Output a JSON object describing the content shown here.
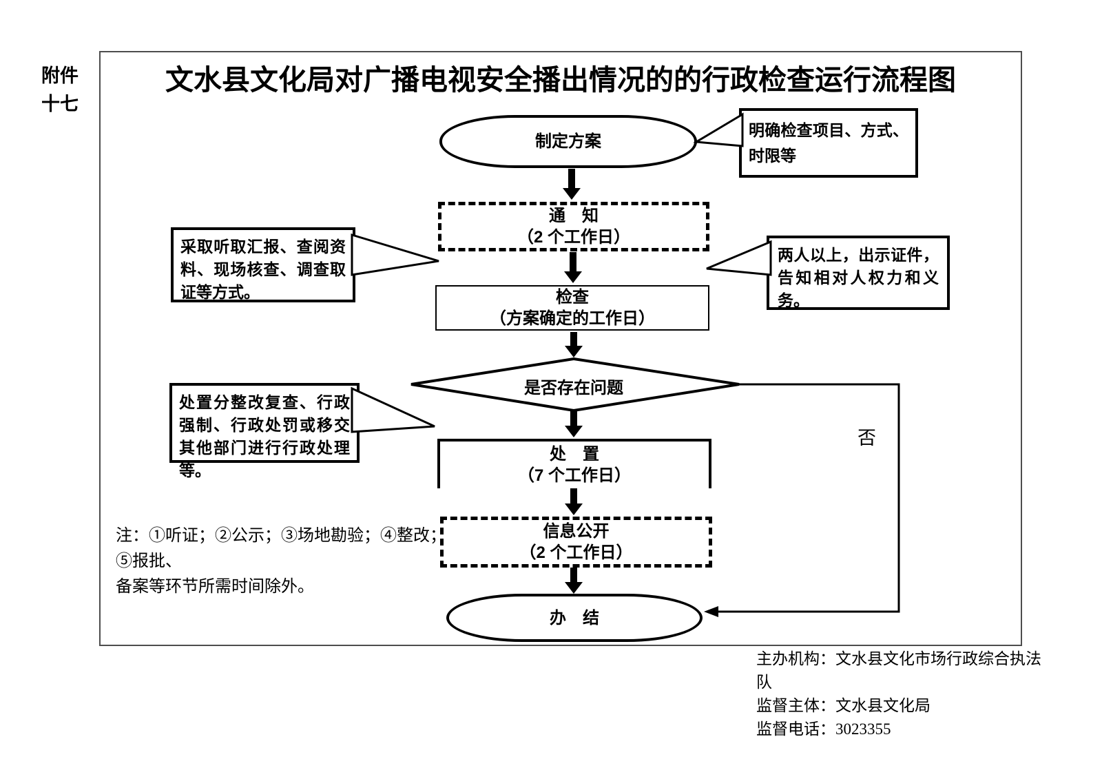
{
  "attachment_label": {
    "line1": "附件",
    "line2": "十七"
  },
  "title": "文水县文化局对广播电视安全播出情况的的行政检查运行流程图",
  "flowchart": {
    "nodes": {
      "start": {
        "label": "制定方案"
      },
      "notify": {
        "label": "通　知",
        "duration": "（2 个工作日）"
      },
      "inspect": {
        "label": "检查",
        "duration": "（方案确定的工作日）"
      },
      "decision": {
        "label": "是否存在问题"
      },
      "dispose": {
        "label": "处　置",
        "duration": "（7 个工作日）"
      },
      "publicity": {
        "label": "信息公开",
        "duration": "（2 个工作日）"
      },
      "end": {
        "label": "办　结"
      }
    },
    "branch_no_label": "否",
    "callouts": {
      "plan_note": "明确检查项目、方式、时限等",
      "method_note": "采取听取汇报、查阅资料、现场核查、调查取证等方式。",
      "credential_note": "两人以上，出示证件，告知相对人权力和义务。",
      "disposal_note": "处置分整改复查、行政强制、行政处罚或移交其他部门进行行政处理等。"
    }
  },
  "footnote": {
    "line1": "注：①听证；②公示；③场地勘验；④整改；⑤报批、",
    "line2": "备案等环节所需时间除外。"
  },
  "footer": {
    "organizer": "主办机构：文水县文化市场行政综合执法队",
    "supervisor": "监督主体：文水县文化局",
    "phone": "监督电话：3023355"
  },
  "colors": {
    "ink": "#000000",
    "frame": "#4d4d4d",
    "background": "#ffffff"
  }
}
